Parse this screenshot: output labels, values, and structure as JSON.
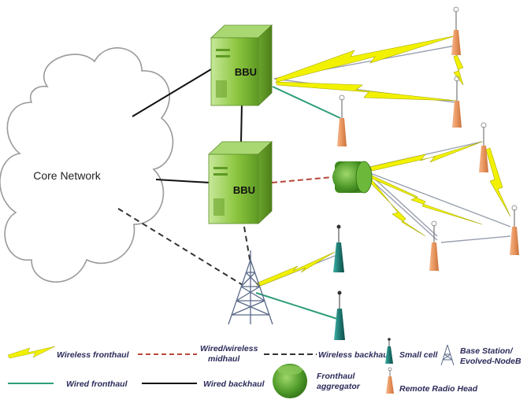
{
  "diagram": {
    "cloud_label": "Core Network",
    "bbu_label": "BBU"
  },
  "legend": {
    "wireless_fronthaul": "Wireless fronthaul",
    "wired_wireless_midhaul_line1": "Wired/wireless",
    "wired_wireless_midhaul_line2": "midhaul",
    "wireless_backhaul": "Wireless backhaul",
    "small_cell": "Small cell",
    "base_station_line1": "Base Station/",
    "base_station_line2": "Evolved-NodeB",
    "wired_fronthaul": "Wired fronthaul",
    "wired_backhaul": "Wired backhaul",
    "fronthaul_aggregator_line1": "Fronthaul",
    "fronthaul_aggregator_line2": "aggregator",
    "remote_radio_head": "Remote Radio Head"
  },
  "colors": {
    "bbu_green": "#8cc63f",
    "aggregator_green": "#4f9a2a",
    "wireless_yellow": "#f2f200",
    "wired_fronthaul_teal": "#2e9e79",
    "midhaul_red": "#b5473a",
    "rrh_orange": "#e8955e",
    "small_cell_teal": "#1f7a73"
  }
}
